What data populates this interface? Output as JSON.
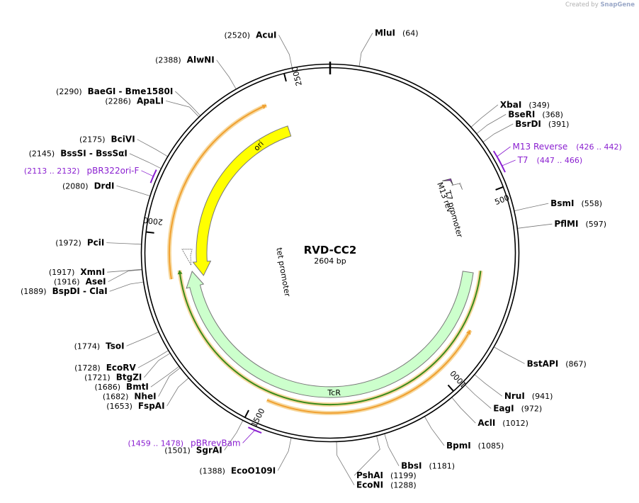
{
  "watermark": {
    "prefix": "Created by",
    "brand": "SnapGene"
  },
  "plasmid": {
    "name": "RVD-CC2",
    "length_label": "2604 bp",
    "length": 2604
  },
  "ticks": [
    {
      "pos": 500,
      "label": "500"
    },
    {
      "pos": 1000,
      "label": "1000"
    },
    {
      "pos": 1500,
      "label": "1500"
    },
    {
      "pos": 2000,
      "label": "2000"
    },
    {
      "pos": 2500,
      "label": "2500"
    }
  ],
  "sites": [
    {
      "pos": 64,
      "name": "MluI",
      "pos_label": "(64)"
    },
    {
      "pos": 349,
      "name": "XbaI",
      "pos_label": "(349)"
    },
    {
      "pos": 368,
      "name": "BseRI",
      "pos_label": "(368)"
    },
    {
      "pos": 391,
      "name": "BsrDI",
      "pos_label": "(391)"
    },
    {
      "pos": 558,
      "name": "BsmI",
      "pos_label": "(558)"
    },
    {
      "pos": 597,
      "name": "PflMI",
      "pos_label": "(597)"
    },
    {
      "pos": 867,
      "name": "BstAPI",
      "pos_label": "(867)"
    },
    {
      "pos": 941,
      "name": "NruI",
      "pos_label": "(941)"
    },
    {
      "pos": 972,
      "name": "EagI",
      "pos_label": "(972)"
    },
    {
      "pos": 1012,
      "name": "AclI",
      "pos_label": "(1012)"
    },
    {
      "pos": 1085,
      "name": "BpmI",
      "pos_label": "(1085)"
    },
    {
      "pos": 1181,
      "name": "BbsI",
      "pos_label": "(1181)"
    },
    {
      "pos": 1199,
      "name": "PshAI",
      "pos_label": "(1199)"
    },
    {
      "pos": 1288,
      "name": "EcoNI",
      "pos_label": "(1288)"
    },
    {
      "pos": 1388,
      "name": "EcoO109I",
      "pos_label": "(1388)"
    },
    {
      "pos": 1501,
      "name": "SgrAI",
      "pos_label": "(1501)"
    },
    {
      "pos": 1653,
      "name": "FspAI",
      "pos_label": "(1653)"
    },
    {
      "pos": 1682,
      "name": "NheI",
      "pos_label": "(1682)"
    },
    {
      "pos": 1686,
      "name": "BmtI",
      "pos_label": "(1686)"
    },
    {
      "pos": 1721,
      "name": "BtgZI",
      "pos_label": "(1721)"
    },
    {
      "pos": 1728,
      "name": "EcoRV",
      "pos_label": "(1728)"
    },
    {
      "pos": 1774,
      "name": "TsoI",
      "pos_label": "(1774)"
    },
    {
      "pos": 1889,
      "name": "BspDI - ClaI",
      "pos_label": "(1889)"
    },
    {
      "pos": 1916,
      "name": "AseI",
      "pos_label": "(1916)"
    },
    {
      "pos": 1917,
      "name": "XmnI",
      "pos_label": "(1917)"
    },
    {
      "pos": 1972,
      "name": "PciI",
      "pos_label": "(1972)"
    },
    {
      "pos": 2080,
      "name": "DrdI",
      "pos_label": "(2080)"
    },
    {
      "pos": 2145,
      "name": "BssSI - BssSαI",
      "pos_label": "(2145)"
    },
    {
      "pos": 2175,
      "name": "BciVI",
      "pos_label": "(2175)"
    },
    {
      "pos": 2286,
      "name": "ApaLI",
      "pos_label": "(2286)"
    },
    {
      "pos": 2290,
      "name": "BaeGI - Bme1580I",
      "pos_label": "(2290)"
    },
    {
      "pos": 2388,
      "name": "AlwNI",
      "pos_label": "(2388)"
    },
    {
      "pos": 2520,
      "name": "AcuI",
      "pos_label": "(2520)"
    }
  ],
  "primers": [
    {
      "name": "M13 Reverse",
      "range_label": "(426 .. 442)",
      "start": 426,
      "end": 442
    },
    {
      "name": "T7",
      "range_label": "(447 .. 466)",
      "start": 447,
      "end": 466
    },
    {
      "name": "pBRrevBam",
      "range_label": "(1459 .. 1478)",
      "start": 1459,
      "end": 1478
    },
    {
      "name": "pBR322ori-F",
      "range_label": "(2113 .. 2132)",
      "start": 2113,
      "end": 2132
    }
  ],
  "features": [
    {
      "name": "ori",
      "start": 1880,
      "end": 2470,
      "direction": "reverse",
      "color": "#ffff00"
    },
    {
      "name": "TcR",
      "start": 708,
      "end": 1898,
      "direction": "forward",
      "color": "#ccffcc"
    },
    {
      "name": "M13 rev",
      "start": 426,
      "end": 442,
      "direction": "reverse",
      "color": "#9933cc"
    },
    {
      "name": "T7 promoter",
      "start": 447,
      "end": 466,
      "direction": "reverse",
      "color": "#ffffff"
    },
    {
      "name": "tet promoter",
      "start": 1917,
      "end": 1945,
      "direction": "reverse",
      "color": "#ffffff"
    }
  ],
  "orfs": [
    {
      "start": 860,
      "end": 1470,
      "direction": "reverse",
      "color": "#f0a030"
    },
    {
      "start": 700,
      "end": 1905,
      "direction": "forward",
      "color": "#3a8a1a"
    },
    {
      "start": 1885,
      "end": 2435,
      "direction": "forward",
      "color": "#f0a030"
    }
  ],
  "colors": {
    "backbone": "#000000",
    "primer": "#8a1fd0",
    "orf_halo": "#f7d9a0"
  }
}
